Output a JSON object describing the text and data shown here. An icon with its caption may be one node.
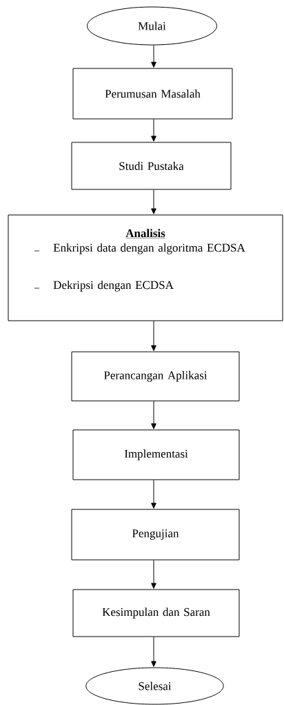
{
  "diagram": {
    "nodes": [
      {
        "text": [
          "Mulai"
        ]
      },
      {
        "text": [
          "Perumusan Masalah"
        ]
      },
      {
        "text": [
          "Studi Pustaka"
        ]
      },
      {
        "text": [
          "Analisis",
          "Enkripsi data dengan algoritma ECDSA",
          "Dekripsi dengan ECDSA"
        ]
      },
      {
        "text": [
          "Perancangan Aplikasi"
        ]
      },
      {
        "text": [
          "Implementasi"
        ]
      },
      {
        "text": [
          "Pengujian"
        ]
      },
      {
        "text": [
          "Kesimpulan dan Saran"
        ]
      },
      {
        "text": [
          "Selesai"
        ]
      }
    ],
    "edges": [
      {
        "from": 0,
        "to": 1,
        "arrow": "to"
      },
      {
        "from": 1,
        "to": 2,
        "arrow": "to"
      },
      {
        "from": 2,
        "to": 3,
        "arrow": "to"
      },
      {
        "from": 3,
        "to": 4,
        "arrow": "to"
      },
      {
        "from": 4,
        "to": 5,
        "arrow": "to"
      },
      {
        "from": 5,
        "to": 6,
        "arrow": "to"
      },
      {
        "from": 6,
        "to": 7,
        "arrow": "to"
      },
      {
        "from": 7,
        "to": 8,
        "arrow": "to"
      }
    ]
  }
}
